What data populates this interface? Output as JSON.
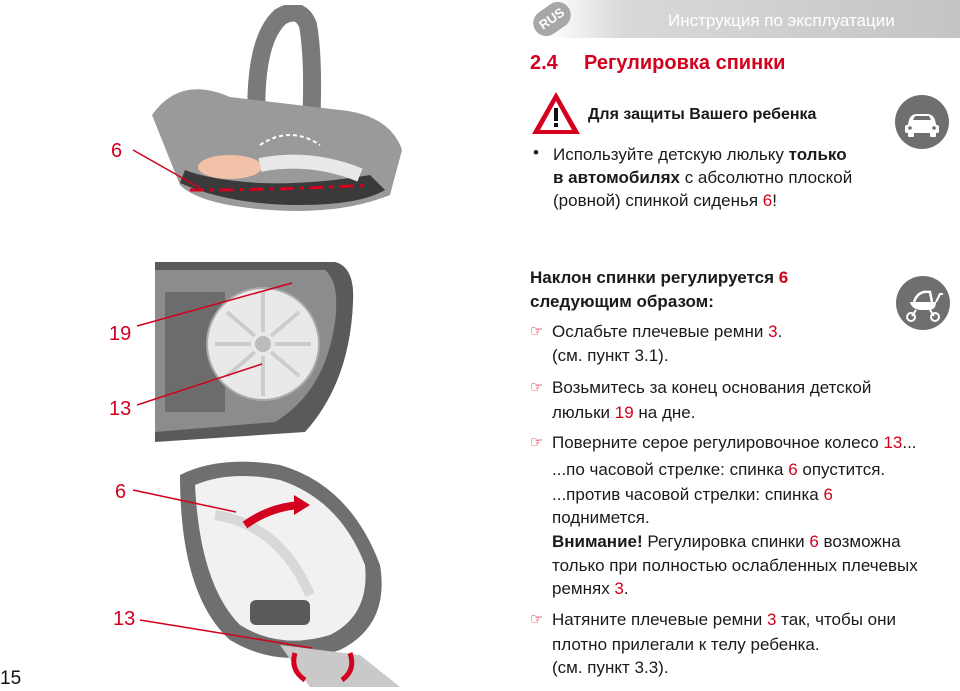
{
  "header": {
    "lang_badge": "RUS",
    "title": "Инструкция по эксплуатации"
  },
  "section": {
    "number": "2.4",
    "title": "Регулировка спинки"
  },
  "warning": {
    "title": "Для защиты Вашего ребенка",
    "bullet": {
      "l1_a": "Используйте детскую люльку ",
      "l1_b": "только",
      "l2_a": "в автомобилях",
      "l2_b": " с абсолютно плоской",
      "l3_a": "(ровной) спинкой сиденья ",
      "l3_b": "6",
      "l3_c": "!"
    }
  },
  "instructions": {
    "intro_l1_a": "Наклон спинки регулируется ",
    "intro_l1_b": "6",
    "intro_l2": "следующим образом:",
    "step1_l1_a": "Ослабьте плечевые ремни ",
    "step1_l1_b": "3",
    "step1_l1_c": ".",
    "step1_l2": "(см. пункт 3.1).",
    "step2_l1": "Возьмитесь за конец основания детской",
    "step2_l2_a": "люльки ",
    "step2_l2_b": "19",
    "step2_l2_c": " на дне.",
    "step3_l1_a": "Поверните серое регулировочное колесо ",
    "step3_l1_b": "13",
    "step3_l1_c": "...",
    "step3_l2_a": "...по часовой стрелке: спинка ",
    "step3_l2_b": "6",
    "step3_l2_c": " опустится.",
    "step3_l3_a": "...против часовой стрелки: спинка ",
    "step3_l3_b": "6",
    "step3_l4": "поднимется.",
    "note_l1_a": "Внимание!",
    "note_l1_b": " Регулировка спинки ",
    "note_l1_c": "6",
    "note_l1_d": " возможна",
    "note_l2": "только при полностью ослабленных плечевых",
    "note_l3_a": "ремнях ",
    "note_l3_b": "3",
    "note_l3_c": ".",
    "step4_l1_a": "Натяните плечевые ремни ",
    "step4_l1_b": "3",
    "step4_l1_c": " так, чтобы они",
    "step4_l2": "плотно прилегали к телу ребенка.",
    "step4_l3": "(см. пункт 3.3)."
  },
  "callouts": {
    "c1": "6",
    "c2": "19",
    "c3": "13",
    "c4": "6",
    "c5": "13"
  },
  "page_number": "15",
  "icons": {
    "warning": "warning-triangle-icon",
    "car": "car-icon",
    "pram": "pram-icon",
    "bullet_arrow": "pointing-hand-icon",
    "badge": "language-badge"
  },
  "colors": {
    "accent_red": "#d3001e",
    "header_gray": "#c4c4c4",
    "icon_gray": "#6f6f6f"
  }
}
